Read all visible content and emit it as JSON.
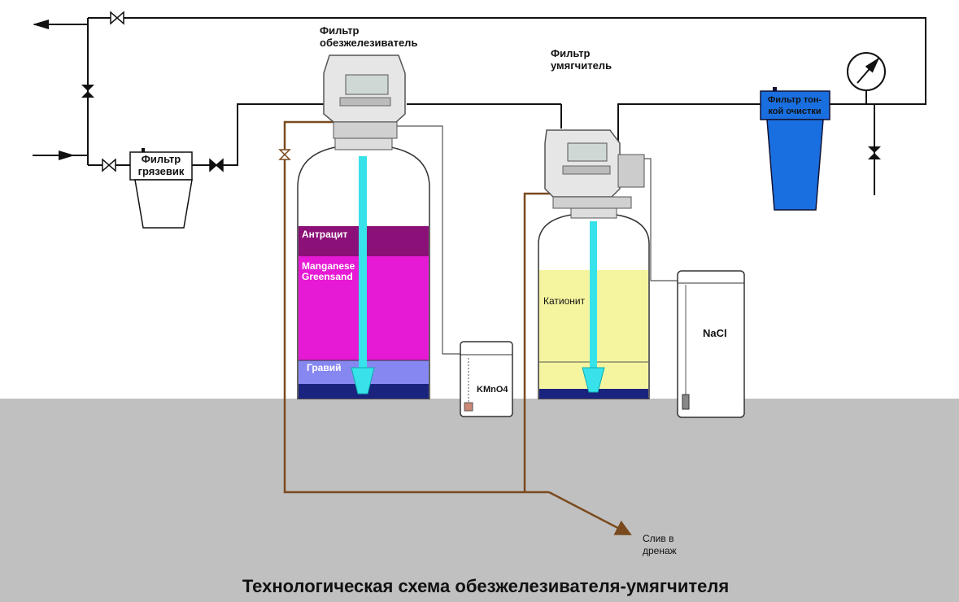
{
  "labels": {
    "iron_filter_line1": "Фильтр",
    "iron_filter_line2": "обезжелезиватель",
    "softener_line1": "Фильтр",
    "softener_line2": "умягчитель",
    "sediment_filter_line1": "Фильтр",
    "sediment_filter_line2": "грязевик",
    "fine_filter_line1": "Фильтр тон-",
    "fine_filter_line2": "кой очистки",
    "anthracite": "Антрацит",
    "greensand_line1": "Manganese",
    "greensand_line2": "Greensand",
    "gravel": "Гравий",
    "cation": "Катионит",
    "kmno4": "KMnO4",
    "nacl": "NaCl",
    "drain_line1": "Слив в",
    "drain_line2": "дренаж"
  },
  "title": "Технологическая схема обезжелезивателя-умягчителя",
  "colors": {
    "floor": "#c0c0c0",
    "anthracite": "#8b1077",
    "greensand": "#e619d4",
    "gravel": "#8787f2",
    "cation_resin": "#f5f5a0",
    "riser_tube": "#38e2ea",
    "fine_filter_housing": "#1a6fe0",
    "drain_pipe": "#7a4a1e",
    "tank_base": "#1a237e"
  }
}
